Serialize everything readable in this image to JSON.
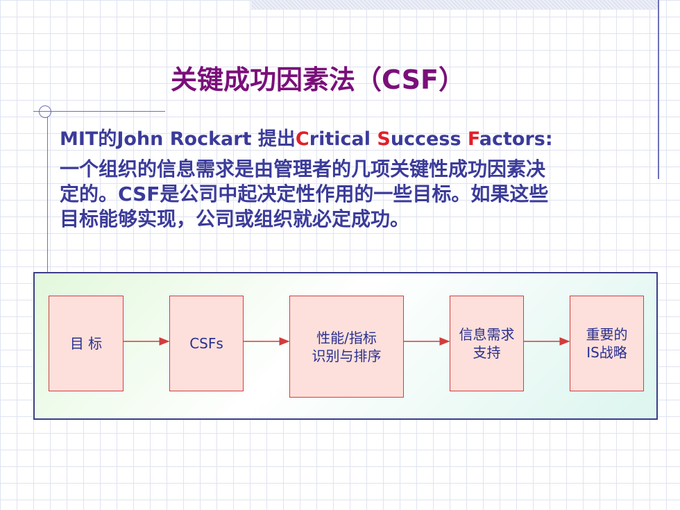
{
  "title": "关键成功因素法（CSF）",
  "intro": {
    "prefix": "MIT的John Rockart 提出",
    "c": "C",
    "ritical": "ritical ",
    "s": "S",
    "uccess": "uccess ",
    "f": "F",
    "actors": "actors:"
  },
  "body_lines": [
    "一个组织的信息需求是由管理者的几项关键性成功因素决",
    "定的。CSF是公司中起决定性作用的一些目标。如果这些",
    "目标能够实现，公司或组织就必定成功。"
  ],
  "flow": [
    {
      "line1": "目 标",
      "line2": ""
    },
    {
      "line1": "CSFs",
      "line2": ""
    },
    {
      "line1": "性能/指标",
      "line2": "识别与排序"
    },
    {
      "line1": "信息需求",
      "line2": "支持"
    },
    {
      "line1": "重要的",
      "line2": "IS战略"
    }
  ],
  "colors": {
    "title": "#7a0f7a",
    "text": "#3b3b9a",
    "accent": "#e0202a",
    "box_fill": "#fde0db",
    "box_border": "#d23c3c"
  }
}
